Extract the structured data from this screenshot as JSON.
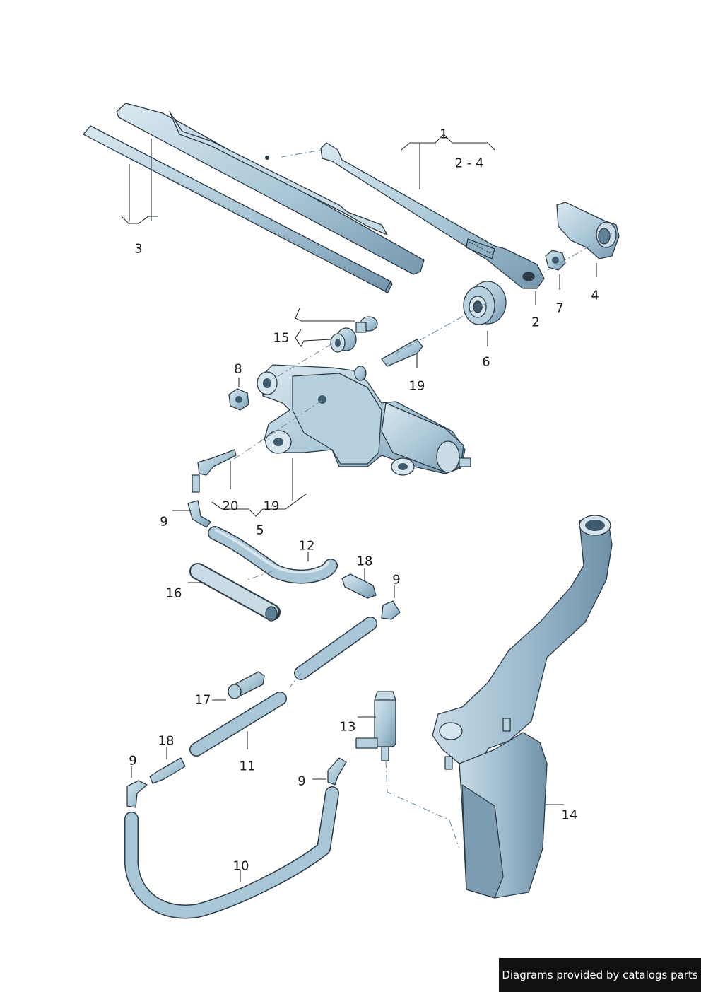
{
  "labels": {
    "l1": "1",
    "l2_4": "2 - 4",
    "l3": "3",
    "l4": "4",
    "l2": "2",
    "l7": "7",
    "l6": "6",
    "l15": "15",
    "l8": "8",
    "l19a": "19",
    "l20": "20",
    "l19b": "19",
    "l5": "5",
    "l9a": "9",
    "l12": "12",
    "l18a": "18",
    "l9b": "9",
    "l16": "16",
    "l17": "17",
    "l13": "13",
    "l18b": "18",
    "l11": "11",
    "l9c": "9",
    "l9d": "9",
    "l14": "14",
    "l10": "10"
  },
  "footer": {
    "text": "Diagrams provided by catalogs parts"
  },
  "colors": {
    "part_fill": "#a9c6d6",
    "part_light": "#d7e6ee",
    "part_dark": "#7b9cb1",
    "outline": "#2b3a44",
    "footer_bg": "#111111"
  }
}
